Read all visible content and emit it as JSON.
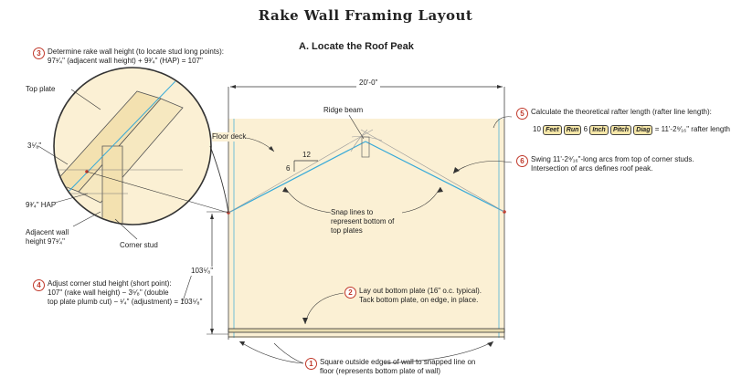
{
  "title": "Rake Wall Framing Layout",
  "subtitle": "A. Locate the Roof Peak",
  "dimensions": {
    "width": "20'-0\"",
    "wall_height": "103⁵⁄₈\""
  },
  "slope": {
    "rise": "12",
    "run": "6"
  },
  "labels": {
    "ridge_beam": "Ridge beam",
    "floor_deck": "Floor deck",
    "snap_lines": "Snap lines to represent bottom of top plates",
    "top_plate": "Top plate",
    "plate_dim": "3⁵⁄₈\"",
    "hap": "9³⁄₄\" HAP",
    "adjacent_wall": "Adjacent wall height 97¹⁄₄\"",
    "corner_stud": "Corner stud"
  },
  "steps": {
    "s1": {
      "num": "1",
      "text": "Square outside edges of wall to snapped line on floor (represents bottom plate of wall)"
    },
    "s2": {
      "num": "2",
      "text": "Lay out bottom plate (16\" o.c. typical). Tack bottom plate, on edge, in place."
    },
    "s3": {
      "num": "3",
      "line1": "Determine rake wall height (to locate stud long points):",
      "line2": "97¹⁄₄\" (adjacent wall height) + 9³⁄₄\" (HAP) = 107\""
    },
    "s4": {
      "num": "4",
      "line1": "Adjust corner stud height (short point):",
      "line2": "107\" (rake wall height) − 3⁵⁄₈\" (double",
      "line3": "top plate plumb cut) − ¹⁄₄\" (adjustment) = 103⁵⁄₈\""
    },
    "s5": {
      "num": "5",
      "line1": "Calculate the theoretical rafter length (rafter line length):",
      "calc_start": "10",
      "calc_mid": "6",
      "calc_end": "= 11'-2⁹⁄₁₆\" rafter length"
    },
    "s6": {
      "num": "6",
      "line1": "Swing 11'-2⁹⁄₁₆\"-long arcs from top of corner studs.",
      "line2": "Intersection of arcs defines roof peak."
    }
  },
  "calculator_keys": [
    "Feet",
    "Run",
    "Inch",
    "Pitch",
    "Diag"
  ],
  "colors": {
    "wall_fill": "#fbf0d4",
    "snap_line": "#35a9d8",
    "accent_red": "#c0392b",
    "key_fill": "#f5e6a8"
  }
}
